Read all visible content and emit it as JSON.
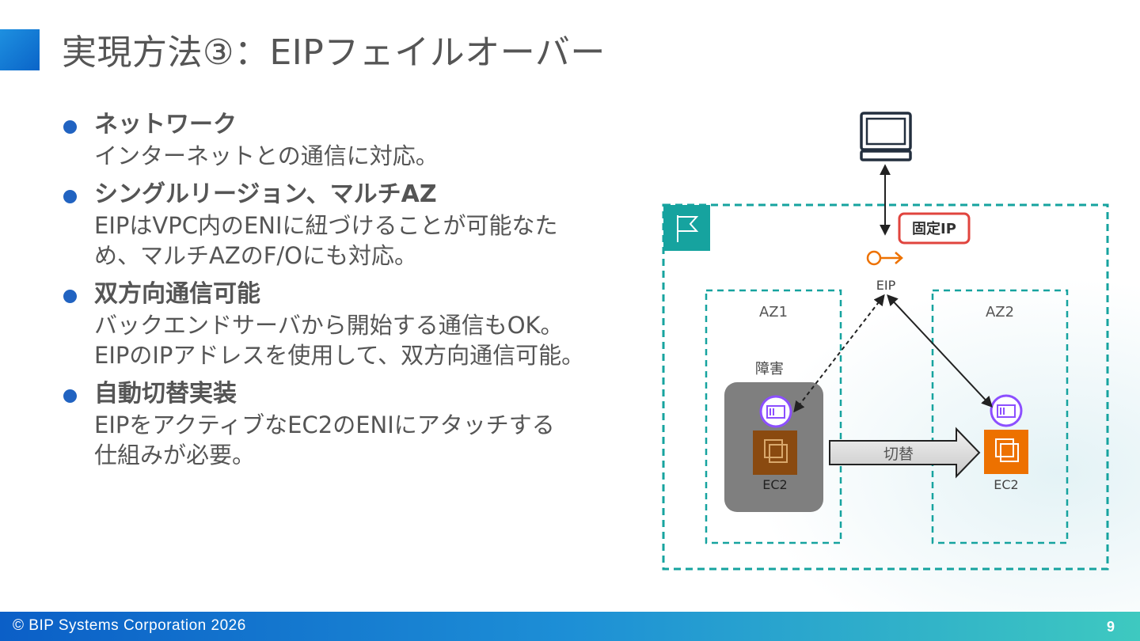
{
  "slide": {
    "title": "実現方法③：EIPフェイルオーバー",
    "page_number": "9",
    "copyright": "© BIP Systems Corporation 2026"
  },
  "bullets": [
    {
      "heading": "ネットワーク",
      "body": "インターネットとの通信に対応。"
    },
    {
      "heading": "シングルリージョン、マルチAZ",
      "body": "EIPはVPC内のENIに紐づけることが可能なた\nめ、マルチAZのF/Oにも対応。"
    },
    {
      "heading": "双方向通信可能",
      "body": "バックエンドサーバから開始する通信もOK。\nEIPのIPアドレスを使用して、双方向通信可能。"
    },
    {
      "heading": "自動切替実装",
      "body": "EIPをアクティブなEC2のENIにアタッチする\n仕組みが必要。"
    }
  ],
  "diagram": {
    "fixed_ip_label": "固定IP",
    "eip_label": "EIP",
    "az1_label": "AZ1",
    "az2_label": "AZ2",
    "failure_label": "障害",
    "switch_label": "切替",
    "ec2_left_label": "EC2",
    "ec2_right_label": "EC2"
  },
  "icons": {
    "client": "laptop-icon",
    "region": "region-flag-icon",
    "eip": "elastic-ip-key-icon",
    "eni": "network-interface-icon",
    "ec2": "ec2-instance-icon"
  },
  "colors": {
    "accent_blue": "#2163c1",
    "teal_dashed": "#16a39f",
    "ec2_orange": "#ed7100",
    "eni_purple": "#8c4fff",
    "eip_orange": "#ed7100",
    "fixed_ip_border": "#e0443e",
    "failed_box": "#7f7f7f"
  }
}
